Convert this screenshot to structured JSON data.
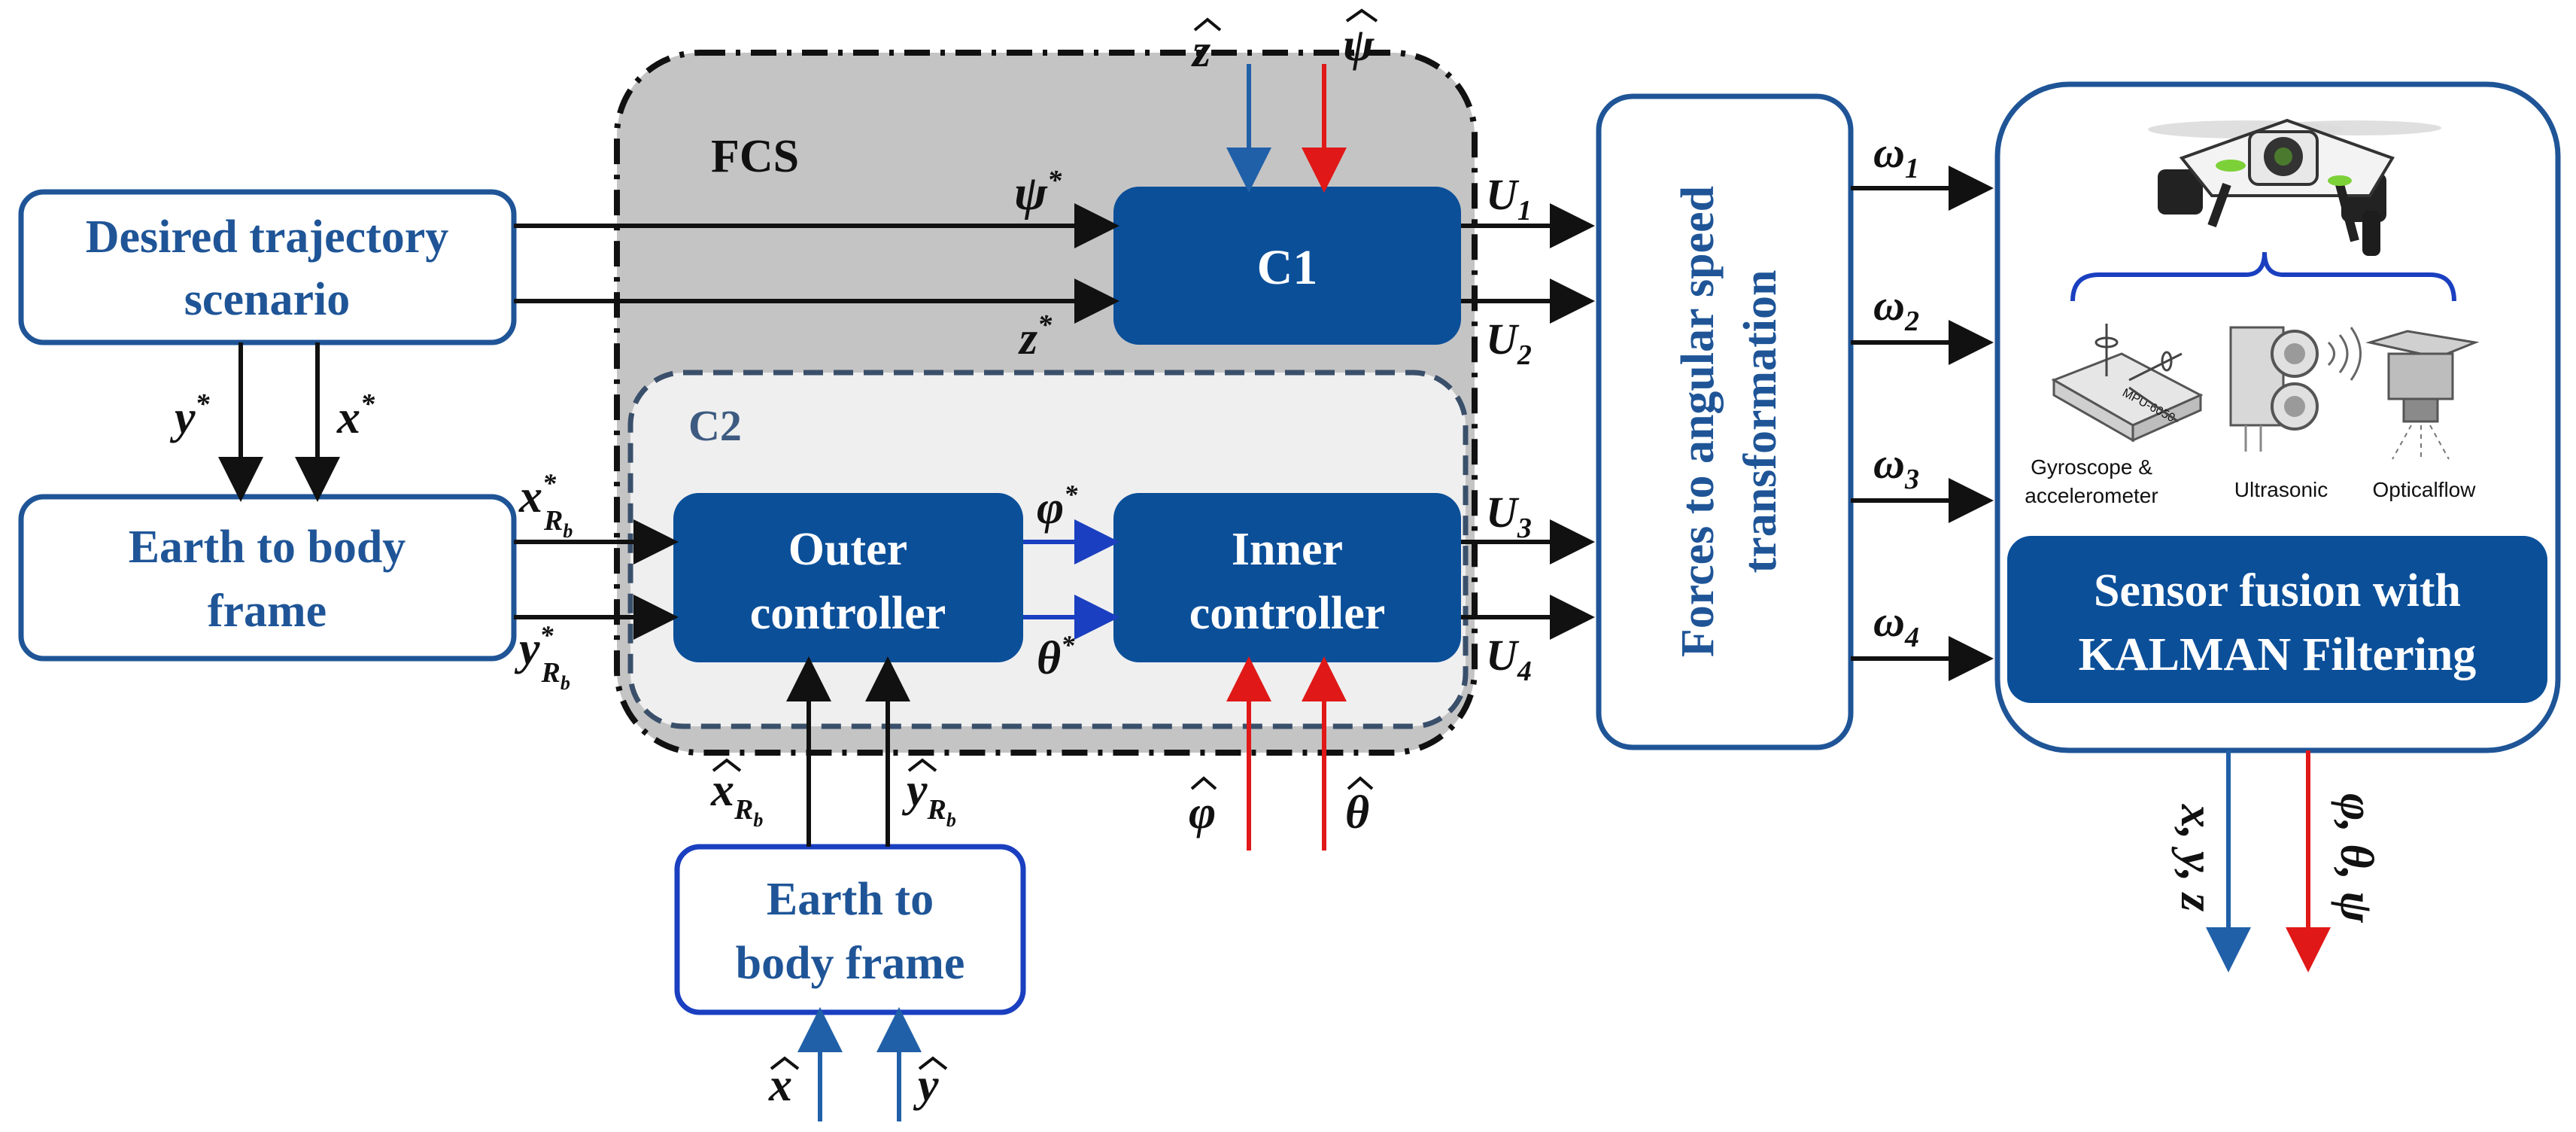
{
  "colors": {
    "dark_blue": "#0b4f99",
    "text_blue": "#1f5597",
    "arrow_blue": "#2060a8",
    "arrow_red": "#e01818",
    "fcs_gray": "#c4c4c4",
    "c2_light": "#efefef",
    "black": "#111111"
  },
  "blocks": {
    "desired": [
      "Desired trajectory",
      "scenario"
    ],
    "earth_left": [
      "Earth to body",
      "frame"
    ],
    "earth_bottom": [
      "Earth to",
      "body frame"
    ],
    "forces": [
      "Forces to angular speed",
      "transformation"
    ],
    "sensor": [
      "Sensor fusion with",
      "KALMAN Filtering"
    ],
    "fcs": "FCS",
    "c1": "C1",
    "c2": "C2",
    "outer": [
      "Outer",
      "controller"
    ],
    "inner": [
      "Inner",
      "controller"
    ]
  },
  "signals": {
    "y_star": "y",
    "x_star": "x",
    "star": "*",
    "psi_star": "ψ",
    "z_star": "z",
    "x_rb": "x",
    "y_rb": "y",
    "rb_sub": "R",
    "b_sub": "b",
    "phi_star": "φ",
    "theta_star": "θ",
    "z_hat": "z",
    "psi_hat": "ψ",
    "phi_hat": "φ",
    "theta_hat": "θ",
    "x_hat": "x",
    "y_hat": "y",
    "u": "U",
    "u_subs": [
      "1",
      "2",
      "3",
      "4"
    ],
    "w": "ω",
    "w_subs": [
      "1",
      "2",
      "3",
      "4"
    ],
    "out_xyz": "x, y, z",
    "out_angles": "φ, θ, ψ"
  },
  "sensors": {
    "gyro": [
      "Gyroscope &",
      "accelerometer"
    ],
    "ultrasonic": "Ultrasonic",
    "optical": "Opticalflow",
    "chip": "MPU-6050"
  }
}
